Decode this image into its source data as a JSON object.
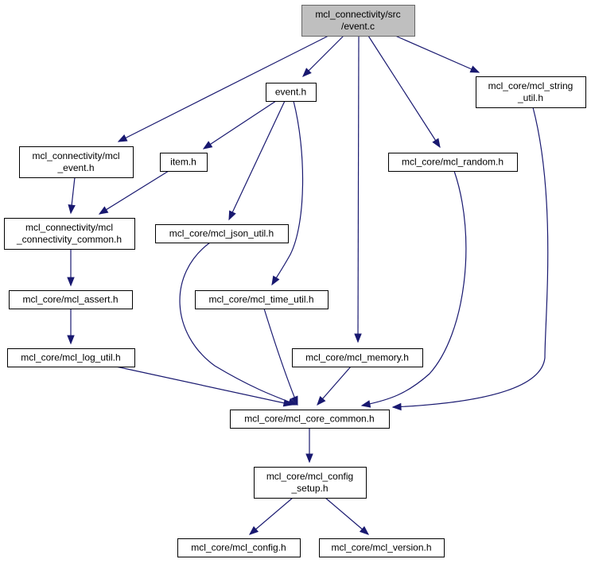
{
  "graph": {
    "nodes": [
      {
        "id": "root",
        "lines": [
          "mcl_connectivity/src",
          "/event.c"
        ],
        "root": true
      },
      {
        "id": "event_h",
        "lines": [
          "event.h"
        ]
      },
      {
        "id": "string_util",
        "lines": [
          "mcl_core/mcl_string",
          "_util.h"
        ]
      },
      {
        "id": "mcl_event",
        "lines": [
          "mcl_connectivity/mcl",
          "_event.h"
        ]
      },
      {
        "id": "item_h",
        "lines": [
          "item.h"
        ]
      },
      {
        "id": "random",
        "lines": [
          "mcl_core/mcl_random.h"
        ]
      },
      {
        "id": "conn_common",
        "lines": [
          "mcl_connectivity/mcl",
          "_connectivity_common.h"
        ]
      },
      {
        "id": "json_util",
        "lines": [
          "mcl_core/mcl_json_util.h"
        ]
      },
      {
        "id": "assert",
        "lines": [
          "mcl_core/mcl_assert.h"
        ]
      },
      {
        "id": "time_util",
        "lines": [
          "mcl_core/mcl_time_util.h"
        ]
      },
      {
        "id": "log_util",
        "lines": [
          "mcl_core/mcl_log_util.h"
        ]
      },
      {
        "id": "memory",
        "lines": [
          "mcl_core/mcl_memory.h"
        ]
      },
      {
        "id": "core_common",
        "lines": [
          "mcl_core/mcl_core_common.h"
        ]
      },
      {
        "id": "config_setup",
        "lines": [
          "mcl_core/mcl_config",
          "_setup.h"
        ]
      },
      {
        "id": "config",
        "lines": [
          "mcl_core/mcl_config.h"
        ]
      },
      {
        "id": "version",
        "lines": [
          "mcl_core/mcl_version.h"
        ]
      }
    ],
    "edges": [
      [
        "root",
        "event_h"
      ],
      [
        "root",
        "string_util"
      ],
      [
        "root",
        "mcl_event"
      ],
      [
        "root",
        "random"
      ],
      [
        "root",
        "memory"
      ],
      [
        "event_h",
        "item_h"
      ],
      [
        "event_h",
        "json_util"
      ],
      [
        "event_h",
        "time_util"
      ],
      [
        "mcl_event",
        "conn_common"
      ],
      [
        "item_h",
        "conn_common"
      ],
      [
        "conn_common",
        "assert"
      ],
      [
        "assert",
        "log_util"
      ],
      [
        "log_util",
        "core_common"
      ],
      [
        "json_util",
        "core_common"
      ],
      [
        "time_util",
        "core_common"
      ],
      [
        "memory",
        "core_common"
      ],
      [
        "random",
        "core_common"
      ],
      [
        "string_util",
        "core_common"
      ],
      [
        "core_common",
        "config_setup"
      ],
      [
        "config_setup",
        "config"
      ],
      [
        "config_setup",
        "version"
      ]
    ]
  }
}
